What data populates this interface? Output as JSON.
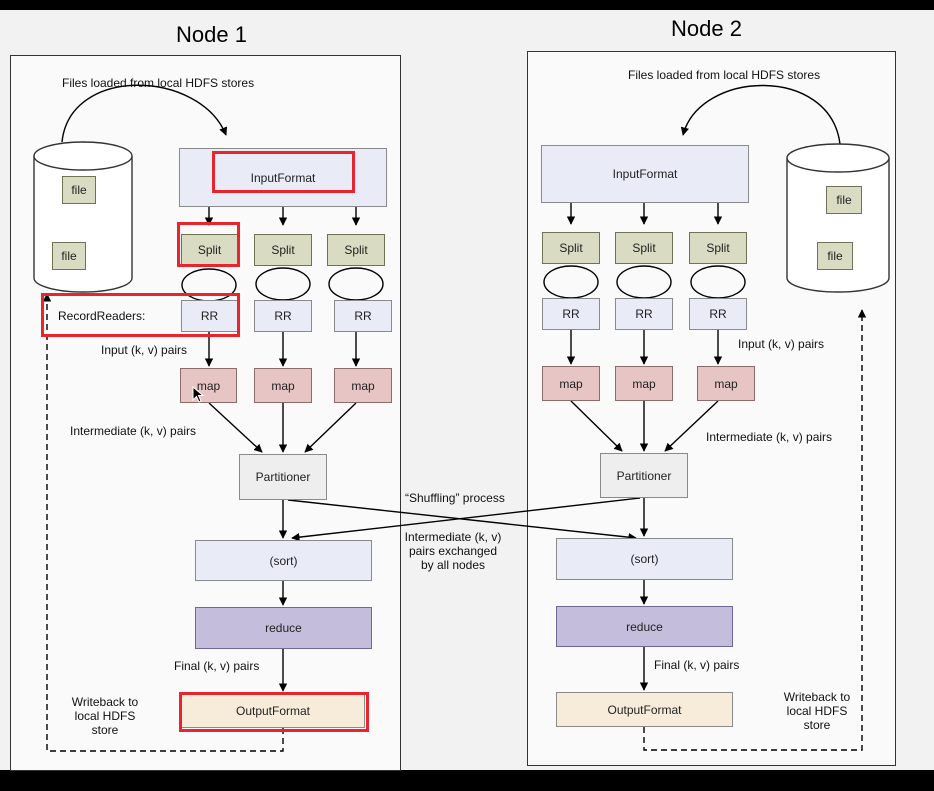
{
  "node1": {
    "title": "Node 1",
    "files_caption": "Files loaded from local HDFS stores",
    "file_a": "file",
    "file_b": "file",
    "input_format": "InputFormat",
    "split": "Split",
    "rr": "RR",
    "map": "map",
    "record_readers": "RecordReaders:",
    "input_pairs": "Input (k, v) pairs",
    "intermediate_pairs": "Intermediate (k, v) pairs",
    "partitioner": "Partitioner",
    "sort": "(sort)",
    "reduce": "reduce",
    "final_pairs": "Final (k, v) pairs",
    "output_format": "OutputFormat",
    "writeback": [
      "Writeback to",
      "local HDFS",
      "store"
    ]
  },
  "node2": {
    "title": "Node 2",
    "files_caption": "Files loaded from local HDFS stores",
    "file_a": "file",
    "file_b": "file",
    "input_format": "InputFormat",
    "split": "Split",
    "rr": "RR",
    "map": "map",
    "input_pairs": "Input (k, v) pairs",
    "intermediate_pairs": "Intermediate (k, v) pairs",
    "partitioner": "Partitioner",
    "sort": "(sort)",
    "reduce": "reduce",
    "final_pairs": "Final (k, v) pairs",
    "output_format": "OutputFormat",
    "writeback": [
      "Writeback to",
      "local HDFS",
      "store"
    ]
  },
  "shuffle": {
    "title": "“Shuffling” process",
    "desc": [
      "Intermediate (k, v)",
      "pairs exchanged",
      "by all nodes"
    ]
  },
  "colors": {
    "highlight": "#e8242e",
    "split": "#d9dcc2",
    "map": "#e7c5c5",
    "reduce": "#c4bddb",
    "input_format": "#e9ebf7",
    "output_format": "#f7ecda"
  }
}
